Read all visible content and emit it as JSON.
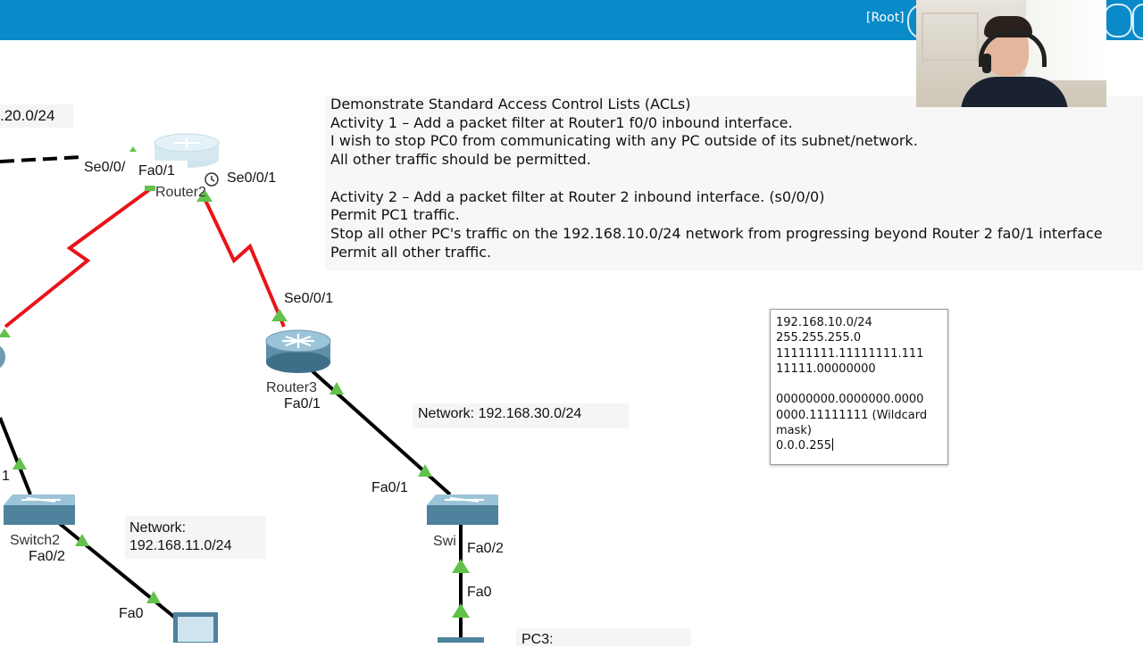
{
  "toolbar": {
    "root_label": "[Root]"
  },
  "colors": {
    "topbar": "#0a8ac9",
    "serial_link": "#e8141a",
    "ethernet_link": "#000000",
    "port_up": "#62c24a"
  },
  "instructions": {
    "lines": [
      "Demonstrate Standard Access Control Lists (ACLs)",
      "Activity 1 –  Add a packet filter at Router1 f0/0 inbound interface.",
      "I wish to stop PC0 from communicating with any PC outside of its subnet/network.",
      "All other traffic should be permitted.",
      "",
      "Activity 2 – Add a packet filter at Router 2 inbound interface. (s0/0/0)",
      "Permit PC1 traffic.",
      "Stop all other PC's traffic on the 192.168.10.0/24 network from progressing beyond Router 2 fa0/1 interface",
      "Permit all other traffic."
    ]
  },
  "note": {
    "lines": [
      "192.168.10.0/24",
      "255.255.255.0",
      "11111111.11111111.111",
      "11111.00000000",
      "",
      "00000000.0000000.0000",
      "0000.11111111 (Wildcard",
      "mask)",
      "0.0.0.255"
    ]
  },
  "topology": {
    "network_left_partial": ".20.0/24",
    "network_192_168_11": {
      "line1": "Network:",
      "line2": "192.168.11.0/24"
    },
    "network_192_168_30": "Network: 192.168.30.0/24",
    "router2": {
      "name": "Router2",
      "ports": {
        "se0_0_0": "Se0/0/",
        "fa0_1": "Fa0/1",
        "se0_0_1": "Se0/0/1"
      }
    },
    "router3": {
      "name": "Router3",
      "ports": {
        "se0_0_1": "Se0/0/1",
        "fa0_1": "Fa0/1"
      }
    },
    "switch2": {
      "name": "Switch2",
      "ports": {
        "left": "1",
        "fa0_2": "Fa0/2"
      }
    },
    "switch3": {
      "name": "Swi",
      "ports": {
        "fa0_1": "Fa0/1",
        "fa0_2": "Fa0/2"
      }
    },
    "pc_left": {
      "port": "Fa0"
    },
    "pc3": {
      "name": "PC3:",
      "port": "Fa0"
    }
  }
}
